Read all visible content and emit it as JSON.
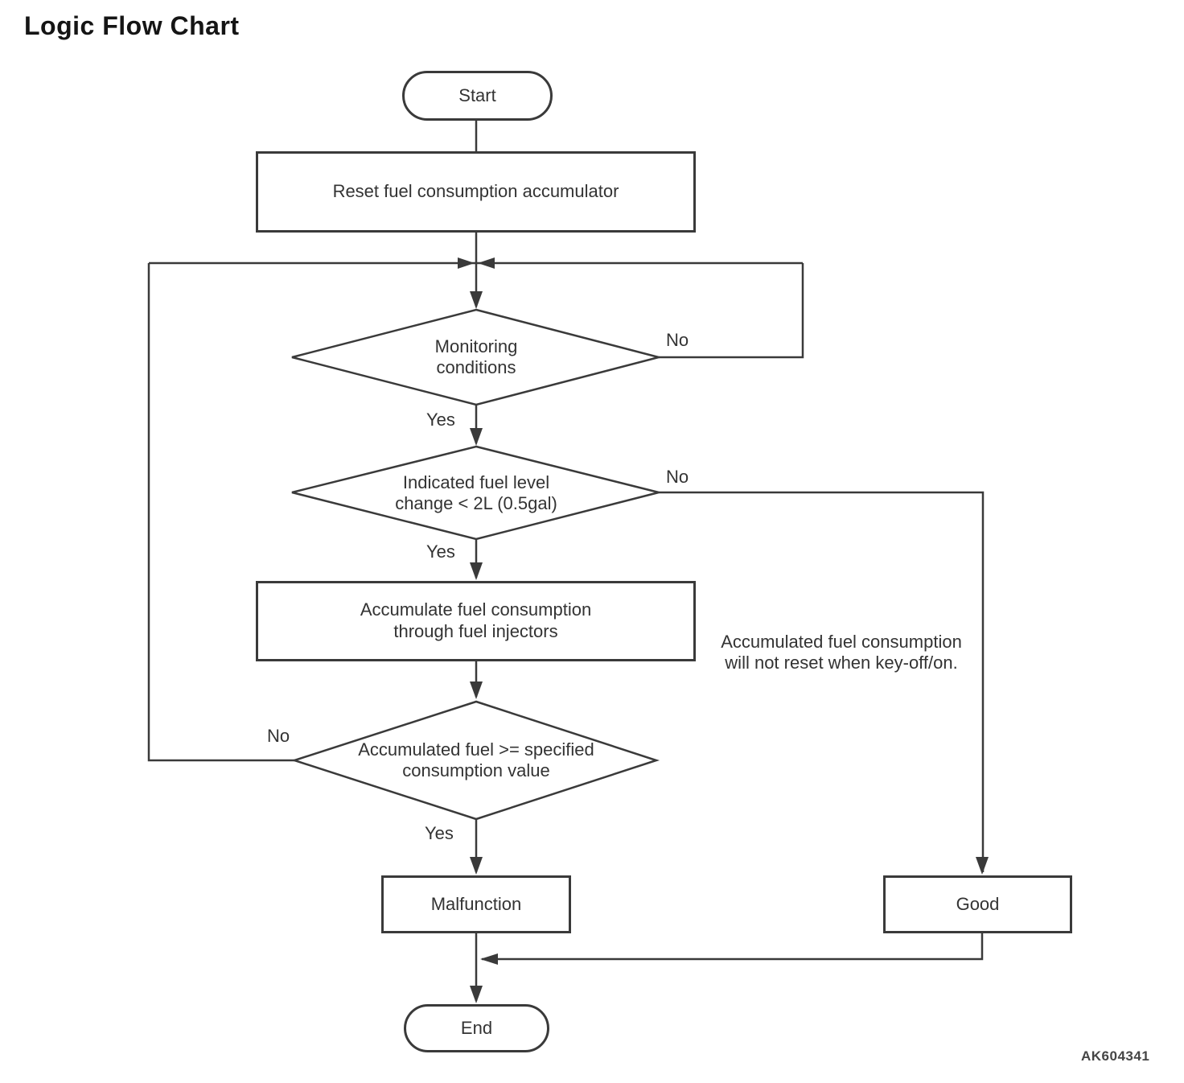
{
  "title": "Logic Flow Chart",
  "figure_code": "AK604341",
  "nodes": {
    "start": {
      "label": "Start"
    },
    "reset": {
      "label": "Reset fuel consumption accumulator"
    },
    "monitoring": {
      "label": "Monitoring conditions"
    },
    "fuel_change": {
      "label": "Indicated fuel level change < 2L (0.5gal)"
    },
    "accumulate": {
      "label": "Accumulate fuel consumption through fuel injectors"
    },
    "threshold": {
      "label": "Accumulated fuel >= specified consumption value"
    },
    "malfunction": {
      "label": "Malfunction"
    },
    "good": {
      "label": "Good"
    },
    "end": {
      "label": "End"
    }
  },
  "edges": {
    "monitoring_no": "No",
    "monitoring_yes": "Yes",
    "fuel_change_no": "No",
    "fuel_change_yes": "Yes",
    "threshold_no": "No",
    "threshold_yes": "Yes"
  },
  "annotation": {
    "lines": [
      "Accumulated fuel consumption",
      "will not reset when key-off/on."
    ]
  },
  "colors": {
    "line": "#3a3a3a",
    "text": "#333333",
    "background": "#ffffff"
  }
}
